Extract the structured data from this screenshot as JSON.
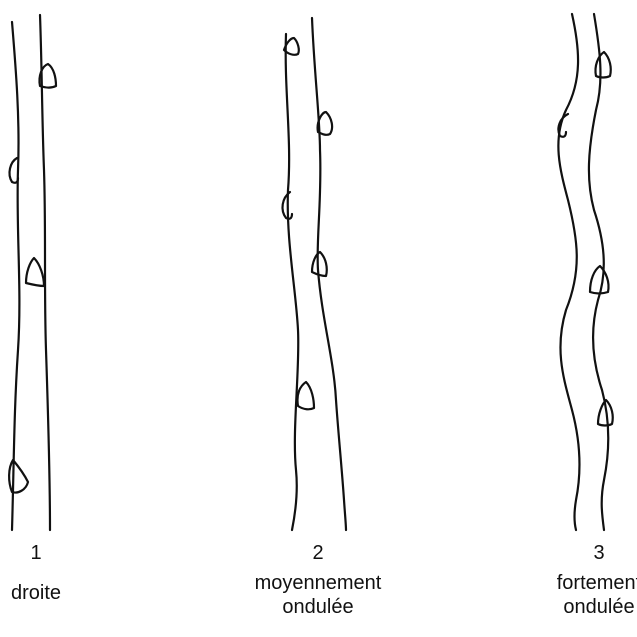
{
  "figure": {
    "stems": [
      {
        "number": "1",
        "label_lines": [
          "droite"
        ]
      },
      {
        "number": "2",
        "label_lines": [
          "moyennement",
          "ondulée"
        ]
      },
      {
        "number": "3",
        "label_lines": [
          "fortement",
          "ondulée"
        ]
      }
    ]
  }
}
